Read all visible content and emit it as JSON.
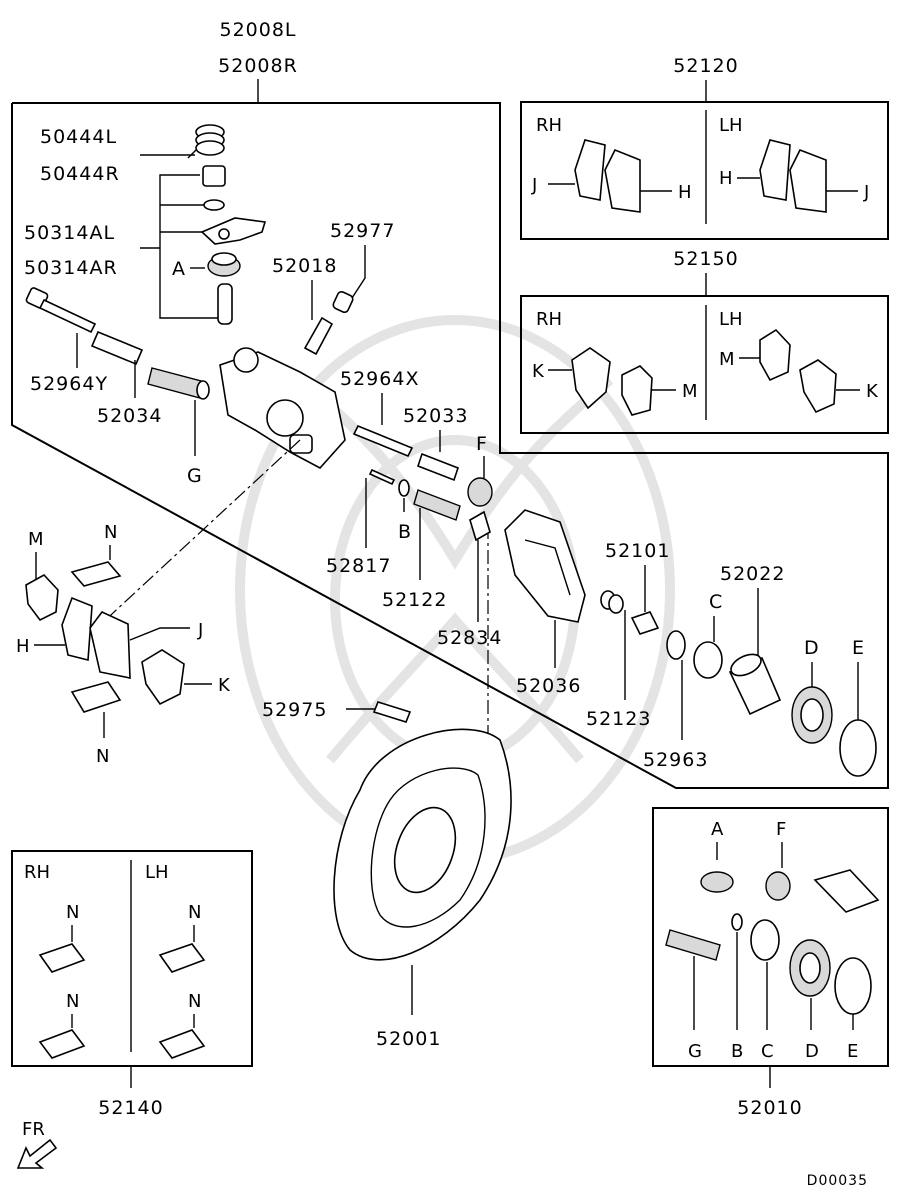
{
  "diagram_code": "D00035",
  "direction_label": "FR",
  "top_assembly": {
    "part_left": "52008L",
    "part_right": "52008R"
  },
  "caliper_parts": {
    "p50444L": "50444L",
    "p50444R": "50444R",
    "p50314AL": "50314AL",
    "p50314AR": "50314AR",
    "pA": "A",
    "p52977": "52977",
    "p52018": "52018",
    "p52964Y": "52964Y",
    "p52034": "52034",
    "pG": "G",
    "p52964X": "52964X",
    "p52033": "52033",
    "pF": "F",
    "pB": "B",
    "p52817": "52817",
    "p52122": "52122"
  },
  "pad_set_52120": {
    "number": "52120",
    "rh": "RH",
    "lh": "LH",
    "j_rh": "J",
    "h_rh": "H",
    "h_lh": "H",
    "j_lh": "J"
  },
  "shim_set_52150": {
    "number": "52150",
    "rh": "RH",
    "lh": "LH",
    "k_rh": "K",
    "m_rh": "M",
    "m_lh": "M",
    "k_lh": "K"
  },
  "loose_parts": {
    "m": "M",
    "n_top": "N",
    "h": "H",
    "j": "J",
    "k": "K",
    "n_bottom": "N",
    "p52834": "52834",
    "p52036": "52036",
    "p52101": "52101",
    "p52123": "52123",
    "p52963": "52963",
    "p52022": "52022",
    "pC": "C",
    "pD": "D",
    "pE": "E",
    "p52975": "52975",
    "p52001": "52001"
  },
  "clip_set_52140": {
    "number": "52140",
    "rh": "RH",
    "lh": "LH",
    "n1": "N",
    "n2": "N",
    "n3": "N",
    "n4": "N"
  },
  "seal_kit_52010": {
    "number": "52010",
    "a": "A",
    "f": "F",
    "g": "G",
    "b": "B",
    "c": "C",
    "d": "D",
    "e": "E"
  }
}
